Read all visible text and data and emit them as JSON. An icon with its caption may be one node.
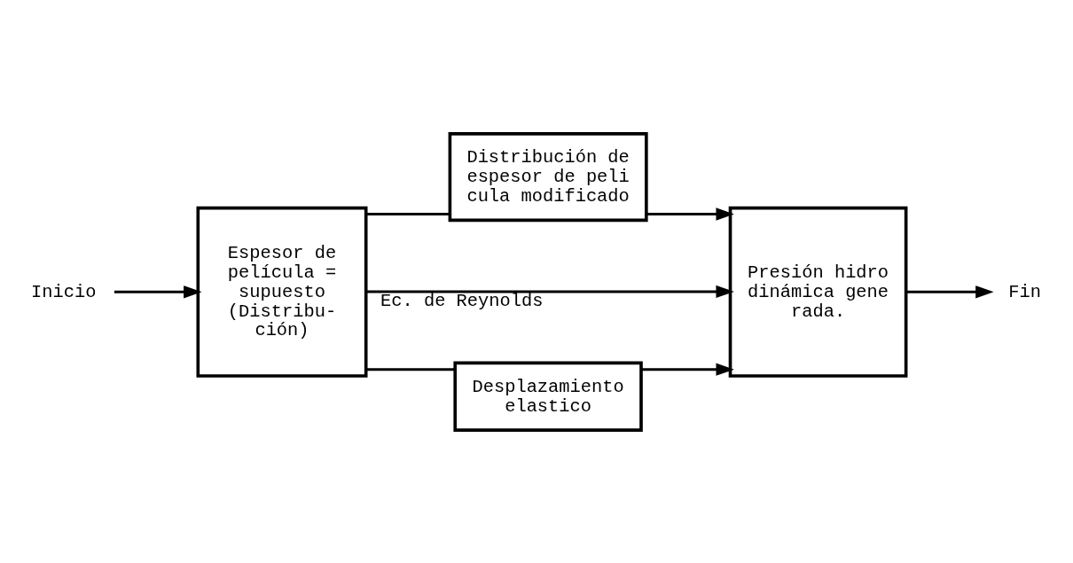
{
  "diagram": {
    "nodes": [
      {
        "text": [
          "Inicio"
        ]
      },
      {
        "text": [
          "Espesor de película = supuesto (Distribu- ción)"
        ]
      },
      {
        "text": [
          "Distribución de espesor de peli cula modificado"
        ]
      },
      {
        "text": [
          "Presión hidro dinámica gene rada."
        ]
      },
      {
        "text": [
          "Desplazamiento elastico"
        ]
      },
      {
        "text": [
          "Fin"
        ]
      }
    ],
    "edges": [
      {
        "from": 0,
        "to": 1,
        "arrow": "to"
      },
      {
        "from": 1,
        "to": 2,
        "arrow": "none"
      },
      {
        "from": 2,
        "to": 3,
        "arrow": "to"
      },
      {
        "from": 1,
        "to": 3,
        "arrow": "to",
        "label": "Ec. de Reynolds"
      },
      {
        "from": 1,
        "to": 4,
        "arrow": "none"
      },
      {
        "from": 4,
        "to": 3,
        "arrow": "to"
      },
      {
        "from": 3,
        "to": 5,
        "arrow": "to"
      }
    ]
  }
}
